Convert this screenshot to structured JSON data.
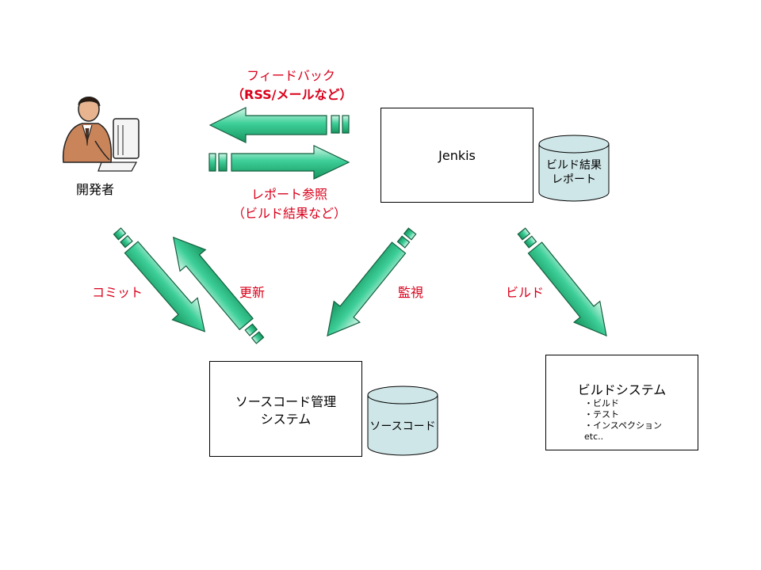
{
  "developer": {
    "label": "開発者",
    "icon": "developer-at-computer-icon"
  },
  "arrows": {
    "feedback": {
      "line1": "フィードバック",
      "line2": "（RSS/メールなど）"
    },
    "report": {
      "line1": "レポート参照",
      "line2": "（ビルド結果など）"
    },
    "commit": "コミット",
    "update": "更新",
    "monitor": "監視",
    "build": "ビルド"
  },
  "jenkins": {
    "title": "Jenkis"
  },
  "build_report_db": {
    "line1": "ビルド結果",
    "line2": "レポート"
  },
  "scm": {
    "line1": "ソースコード管理",
    "line2": "システム"
  },
  "source_db": {
    "label": "ソースコード"
  },
  "build_system": {
    "title": "ビルドシステム",
    "items": [
      "・ビルド",
      "・テスト",
      "・インスペクション",
      "etc.."
    ]
  },
  "colors": {
    "arrow_fill": "#3ecf99",
    "arrow_light": "#d6f7ea",
    "label_red": "#d9001b",
    "cylinder": "#cfe6e8"
  }
}
